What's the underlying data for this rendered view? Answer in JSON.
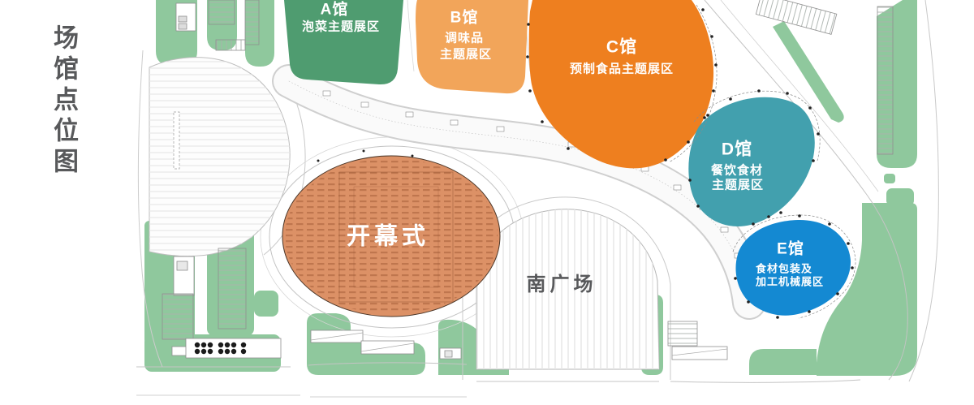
{
  "page": {
    "title": "场馆点位图"
  },
  "map": {
    "halls": [
      {
        "id": "A",
        "name": "A馆",
        "desc_lines": [
          "泡菜主题展区"
        ],
        "color": "#4F9C70"
      },
      {
        "id": "B",
        "name": "B馆",
        "desc_lines": [
          "调味品",
          "主题展区"
        ],
        "color": "#F2A55A"
      },
      {
        "id": "C",
        "name": "C馆",
        "desc_lines": [
          "预制食品主题展区"
        ],
        "color": "#EE7F1F"
      },
      {
        "id": "D",
        "name": "D馆",
        "desc_lines": [
          "餐饮食材",
          "主题展区"
        ],
        "color": "#42A0AE"
      },
      {
        "id": "E",
        "name": "E馆",
        "desc_lines": [
          "食材包装及",
          "加工机械展区"
        ],
        "color": "#1489D2"
      }
    ],
    "areas": {
      "opening_ceremony": "开幕式",
      "south_plaza": "南广场"
    },
    "colors": {
      "landscape_green": "#8FC89D",
      "opening_fill": "#DC9166",
      "opening_texture": "#A15C36",
      "title_text": "#58595B",
      "road_line": "#C4C4C4"
    }
  }
}
